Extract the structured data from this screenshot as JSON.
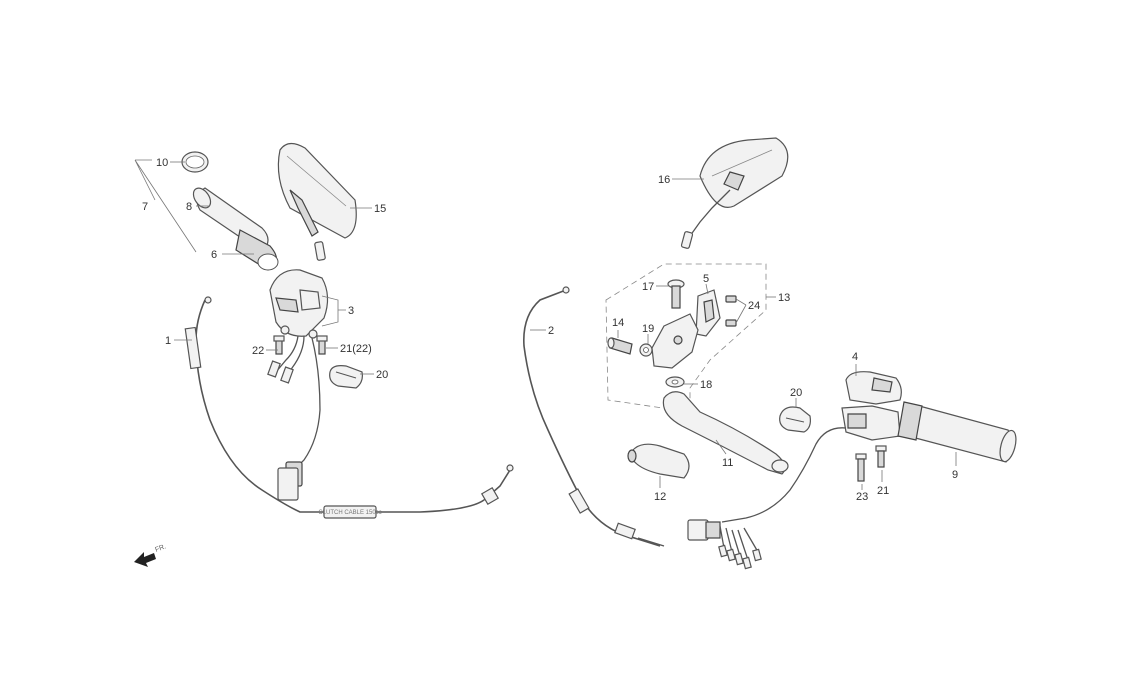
{
  "diagram": {
    "callouts": {
      "c1": "1",
      "c2": "2",
      "c3": "3",
      "c4": "4",
      "c5": "5",
      "c6": "6",
      "c7": "7",
      "c8": "8",
      "c9": "9",
      "c10": "10",
      "c11": "11",
      "c12": "12",
      "c13": "13",
      "c14": "14",
      "c15": "15",
      "c16": "16",
      "c17": "17",
      "c18": "18",
      "c19": "19",
      "c20a": "20",
      "c20b": "20",
      "c21a": "21(22)",
      "c21b": "21",
      "c22": "22",
      "c23": "23",
      "c24": "24"
    },
    "cable_label": "CLUTCH CABLE 150cc",
    "direction": {
      "label": "FR."
    }
  },
  "colors": {
    "line": "#555555",
    "fill": "#f2f2f2",
    "background": "#ffffff"
  }
}
